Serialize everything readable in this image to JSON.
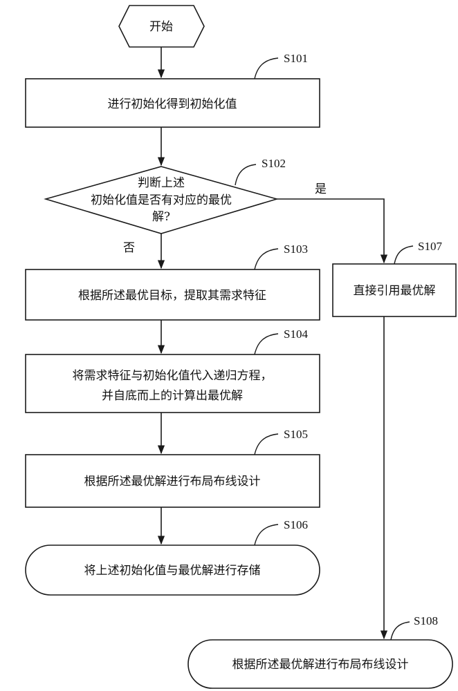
{
  "start": {
    "label": "开始"
  },
  "steps": {
    "s101": {
      "id": "S101",
      "text": "进行初始化得到初始化值"
    },
    "s102": {
      "id": "S102",
      "line1": "判断上述",
      "line2": "初始化值是否有对应的最优",
      "line3": "解?",
      "yes": "是",
      "no": "否"
    },
    "s103": {
      "id": "S103",
      "text": "根据所述最优目标，提取其需求特征"
    },
    "s104": {
      "id": "S104",
      "line1": "将需求特征与初始化值代入递归方程，",
      "line2": "并自底而上的计算出最优解"
    },
    "s105": {
      "id": "S105",
      "text": "根据所述最优解进行布局布线设计"
    },
    "s106": {
      "id": "S106",
      "text": "将上述初始化值与最优解进行存储"
    },
    "s107": {
      "id": "S107",
      "text": "直接引用最优解"
    },
    "s108": {
      "id": "S108",
      "text": "根据所述最优解进行布局布线设计"
    }
  }
}
